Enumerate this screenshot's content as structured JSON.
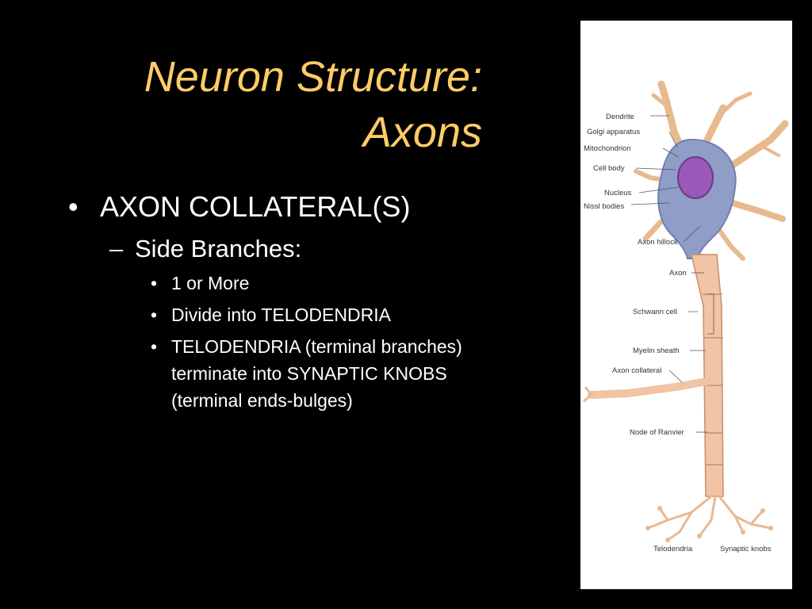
{
  "slide": {
    "title_line1": "Neuron Structure:",
    "title_line2": "Axons",
    "bullet_1": "AXON COLLATERAL(S)",
    "bullet_1_1": "Side Branches:",
    "bullets_3": [
      "1 or More",
      "Divide into TELODENDRIA",
      "TELODENDRIA (terminal branches) terminate into SYNAPTIC KNOBS (terminal ends-bulges)"
    ]
  },
  "markers": {
    "l1": "•",
    "l2": "–",
    "l3": "•"
  },
  "diagram": {
    "labels": {
      "dendrite": "Dendrite",
      "golgi": "Golgi apparatus",
      "mito": "Mitochondrion",
      "cellbody": "Cell body",
      "nucleus": "Nucleus",
      "nissl": "Nissl bodies",
      "hillock": "Axon hillock",
      "axon": "Axon",
      "schwann": "Schwann cell",
      "myelin": "Myelin sheath",
      "collateral": "Axon collateral",
      "ranvier": "Node of Ranvier",
      "telodendria": "Telodendria",
      "knobs": "Synaptic knobs"
    }
  },
  "colors": {
    "title": "#ffcc66",
    "text": "#ffffff",
    "background": "#000000"
  }
}
